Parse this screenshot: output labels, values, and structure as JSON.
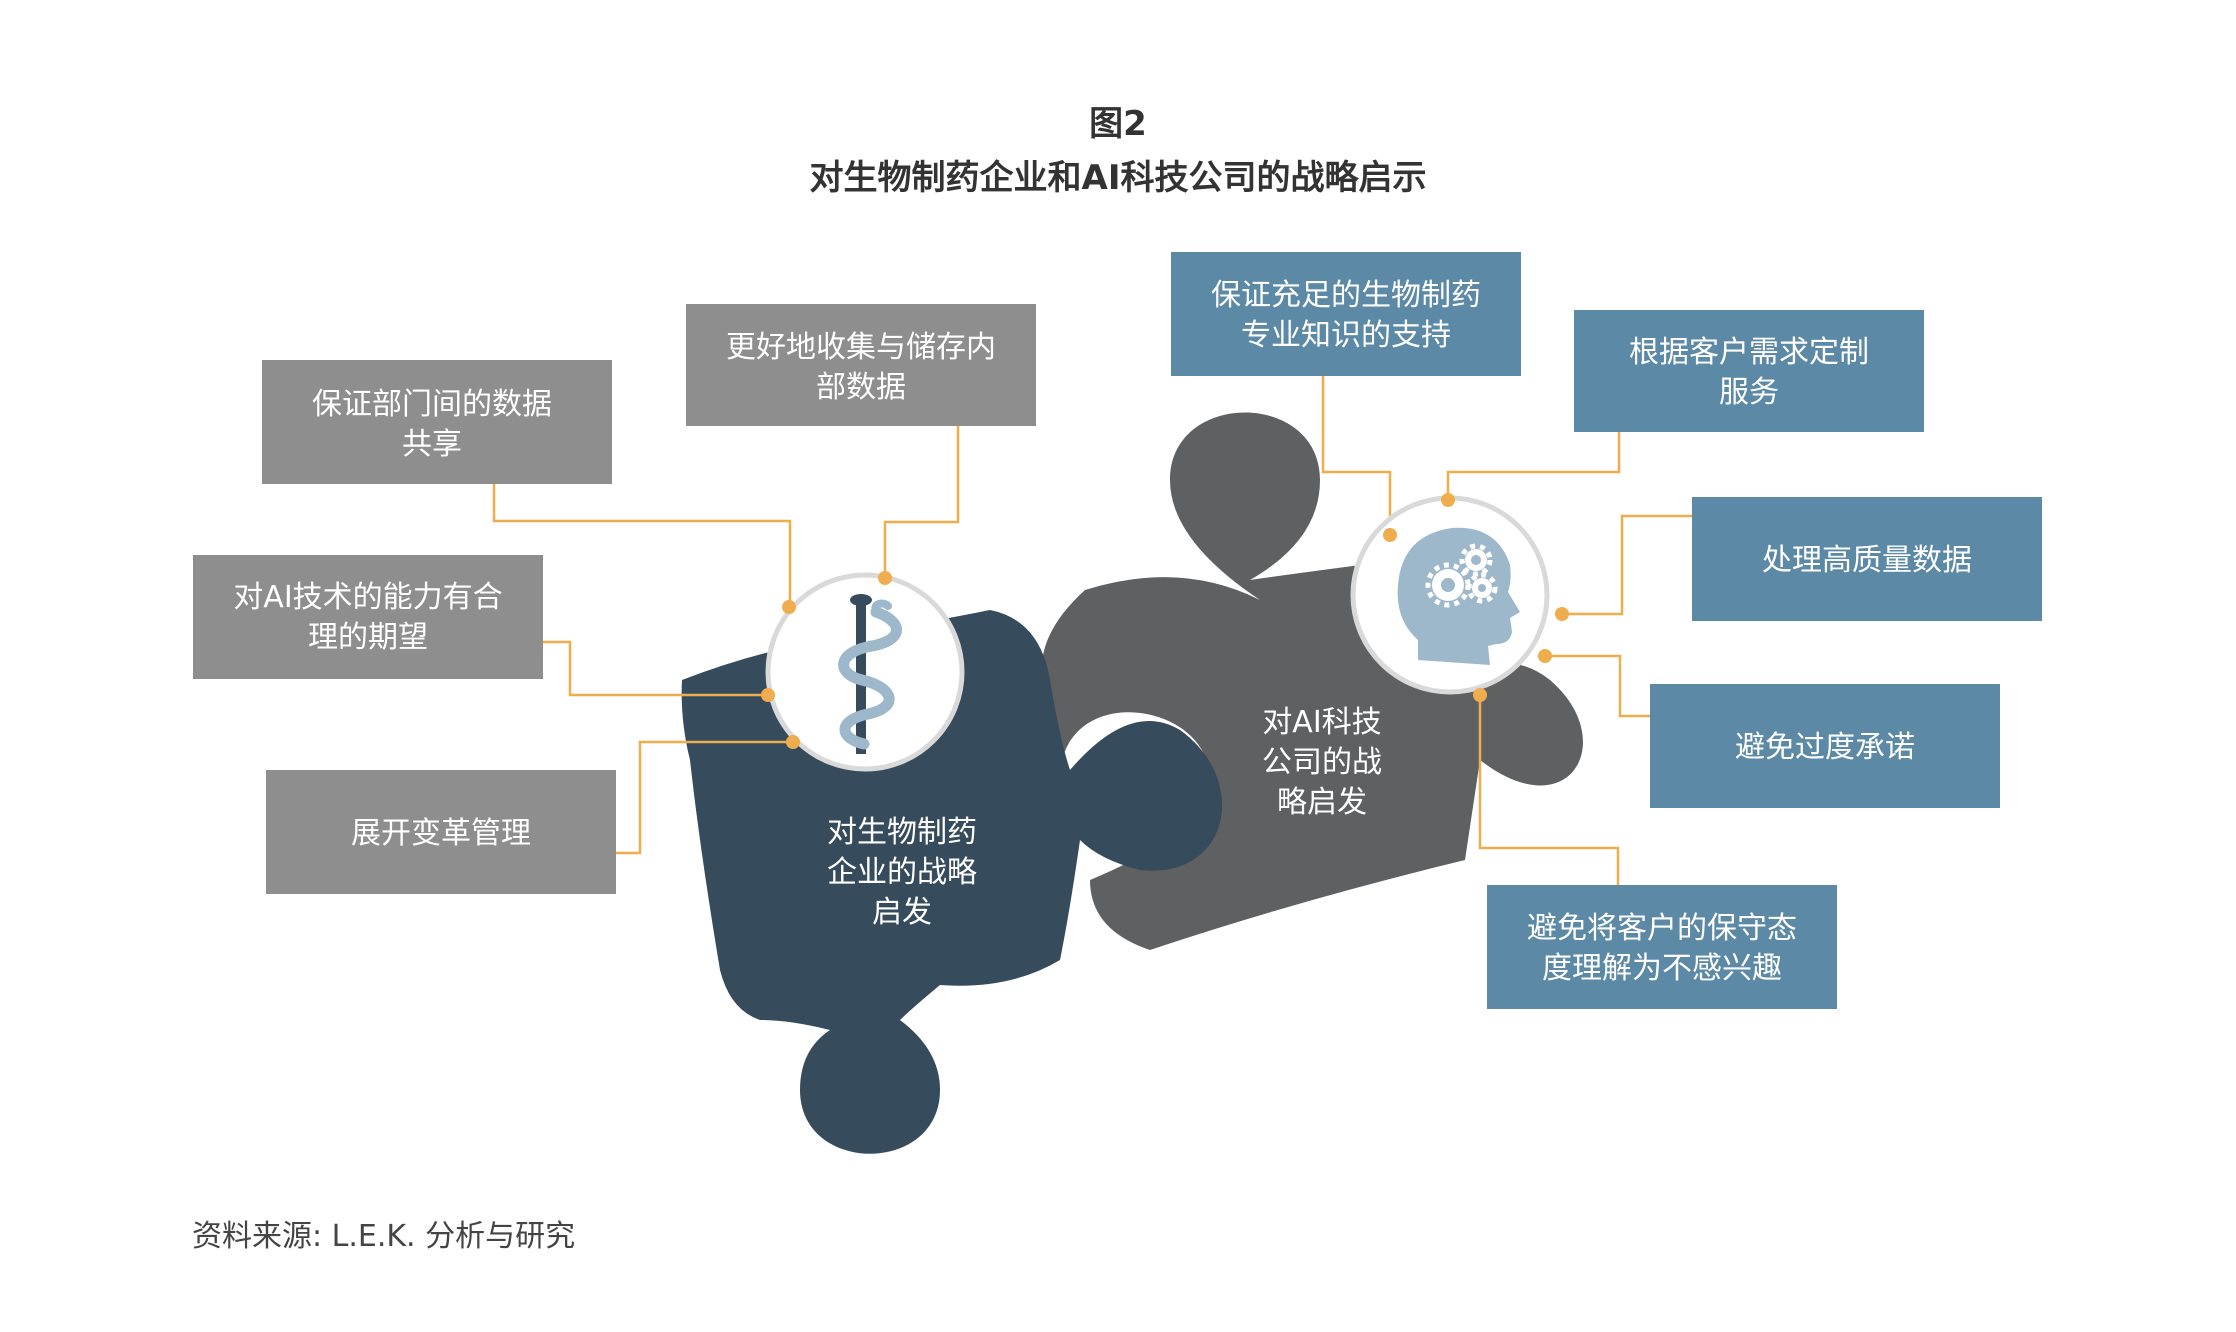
{
  "figure": {
    "number": "图2",
    "title": "对生物制药企业和AI科技公司的战略启示"
  },
  "biopharma": {
    "center_lines": [
      "对生物制药",
      "企业的战略",
      "启发"
    ],
    "boxes": [
      {
        "lines": [
          "更好地收集与储存内",
          "部数据"
        ]
      },
      {
        "lines": [
          "保证部门间的数据",
          "共享"
        ]
      },
      {
        "lines": [
          "对AI技术的能力有合",
          "理的期望"
        ]
      },
      {
        "lines": [
          "展开变革管理"
        ]
      }
    ]
  },
  "ai_company": {
    "center_lines": [
      "对AI科技",
      "公司的战",
      "略启发"
    ],
    "boxes": [
      {
        "lines": [
          "保证充足的生物制药",
          "专业知识的支持"
        ]
      },
      {
        "lines": [
          "根据客户需求定制",
          "服务"
        ]
      },
      {
        "lines": [
          "处理高质量数据"
        ]
      },
      {
        "lines": [
          "避免过度承诺"
        ]
      },
      {
        "lines": [
          "避免将客户的保守态",
          "度理解为不感兴趣"
        ]
      }
    ]
  },
  "source": "资料来源: L.E.K. 分析与研究",
  "colors": {
    "gray_box": "#8e8e8e",
    "blue_box": "#5b89a6",
    "dark_piece": "#364b5c",
    "gray_piece": "#5e6062",
    "connector": "#f0ad4e",
    "icon_blue": "#9db7cb"
  }
}
